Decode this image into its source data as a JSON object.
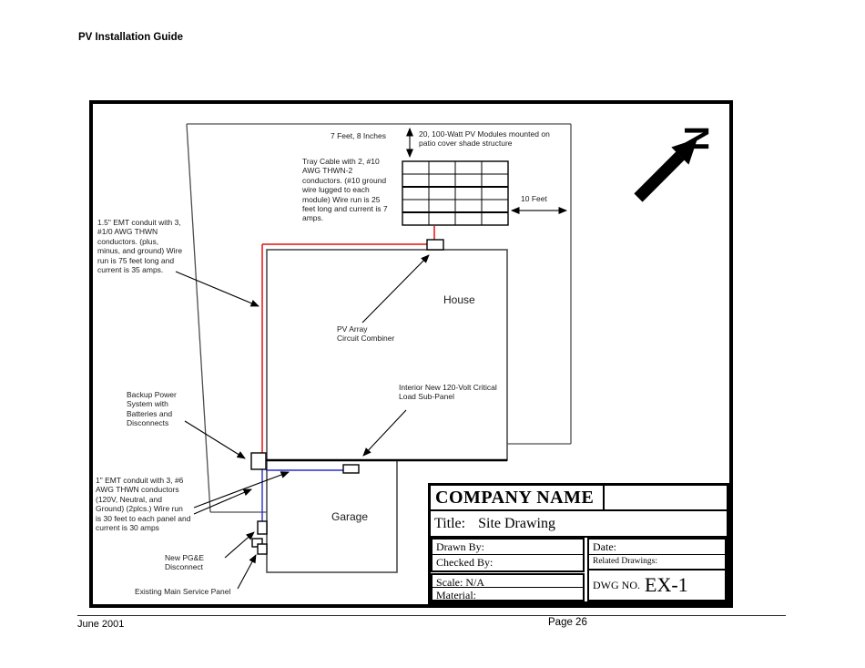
{
  "page": {
    "header": "PV Installation Guide",
    "footer": {
      "left": "June 2001",
      "center": "Page 26"
    }
  },
  "diagram": {
    "dimensions": {
      "height_label": "7 Feet, 8 Inches",
      "width_label": "10 Feet"
    },
    "notes": {
      "modules": "20, 100-Watt PV Modules mounted on\npatio cover shade structure",
      "tray_cable": "Tray Cable with 2, #10\nAWG THWN-2\nconductors. (#10 ground\nwire lugged to each\nmodule) Wire run is 25\nfeet long and current is 7\namps.",
      "emt_large": "1.5\" EMT conduit with 3,\n#1/0 AWG THWN\nconductors. (plus,\nminus, and ground) Wire\nrun is 75 feet long and\ncurrent is 35 amps.",
      "combiner": "PV Array\nCircuit Combiner",
      "backup": "Backup Power\nSystem with\nBatteries and\nDisconnects",
      "subpanel": "Interior New 120-Volt Critical\nLoad Sub-Panel",
      "emt_small": "1\" EMT conduit with 3, #6\nAWG THWN conductors\n(120V, Neutral, and\nGround)  (2plcs.) Wire run\nis 30 feet to each panel and\ncurrent is 30 amps",
      "pge_disconnect": "New PG&E\nDisconnect",
      "main_panel": "Existing Main Service Panel"
    },
    "buildings": {
      "house": "House",
      "garage": "Garage"
    },
    "north_label": "N",
    "colors": {
      "dc_wire": "#e8100c",
      "ac_wire": "#2a2ad4"
    }
  },
  "title_block": {
    "company": "COMPANY NAME",
    "title_label": "Title:",
    "title_value": "Site Drawing",
    "drawn_by": "Drawn By:",
    "checked_by": "Checked By:",
    "scale": "Scale: N/A",
    "material": "Material:",
    "date": "Date:",
    "related": "Related Drawings:",
    "dwg_label": "DWG NO.",
    "dwg_value": "EX-1"
  }
}
